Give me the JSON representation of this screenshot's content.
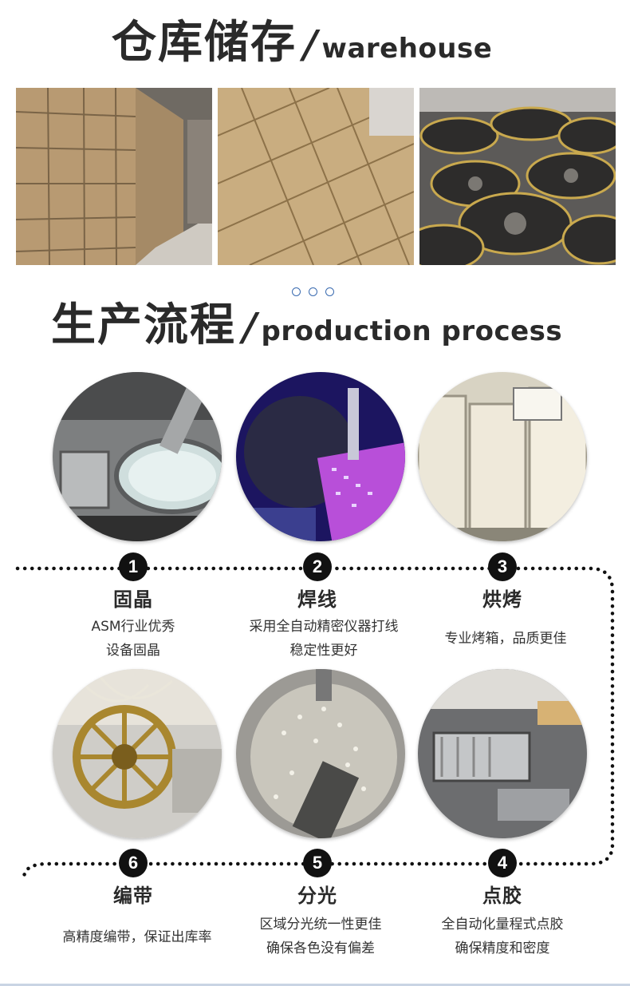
{
  "warehouse": {
    "title_cn": "仓库储存",
    "slash": "/",
    "title_en": "warehouse",
    "photos": [
      "warehouse-shelves-photo",
      "stacked-boxes-photo",
      "tape-reels-photo"
    ]
  },
  "production": {
    "title_cn": "生产流程",
    "slash": "/",
    "title_en": "production process"
  },
  "steps": [
    {
      "number": "1",
      "title": "固晶",
      "desc": [
        "ASM行业优秀",
        "设备固晶"
      ]
    },
    {
      "number": "2",
      "title": "焊线",
      "desc": [
        "采用全自动精密仪器打线",
        "稳定性更好"
      ]
    },
    {
      "number": "3",
      "title": "烘烤",
      "desc": [
        "专业烤箱，品质更佳"
      ]
    },
    {
      "number": "4",
      "title": "点胶",
      "desc": [
        "全自动化量程式点胶",
        "确保精度和密度"
      ]
    },
    {
      "number": "5",
      "title": "分光",
      "desc": [
        "区域分光统一性更佳",
        "确保各色没有偏差"
      ]
    },
    {
      "number": "6",
      "title": "编带",
      "desc": [
        "高精度编带，保证出库率"
      ]
    }
  ],
  "colors": {
    "accent": "#3a6bb0",
    "text": "#2a2a2a",
    "badge": "#111111"
  }
}
